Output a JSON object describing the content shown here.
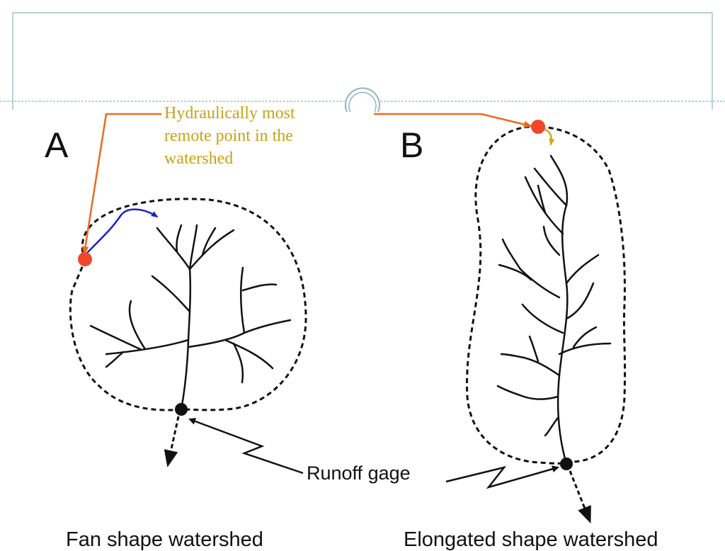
{
  "diagram": {
    "panel_a_letter": "A",
    "panel_b_letter": "B",
    "annotation_line1": "Hydraulically most",
    "annotation_line2": "remote point in the",
    "annotation_line3": "watershed",
    "gage_label": "Runoff gage",
    "caption_a": "Fan shape watershed",
    "caption_b": "Elongated shape watershed"
  },
  "colors": {
    "slide_frame": "#8fb7b4",
    "annotation_text": "#c9a216",
    "leader_line": "#ee6a1e",
    "remote_point": "#f0462a",
    "flow_arrow_a": "#1a23c9",
    "flow_arrow_b": "#d4a514",
    "drainage": "#111111"
  }
}
